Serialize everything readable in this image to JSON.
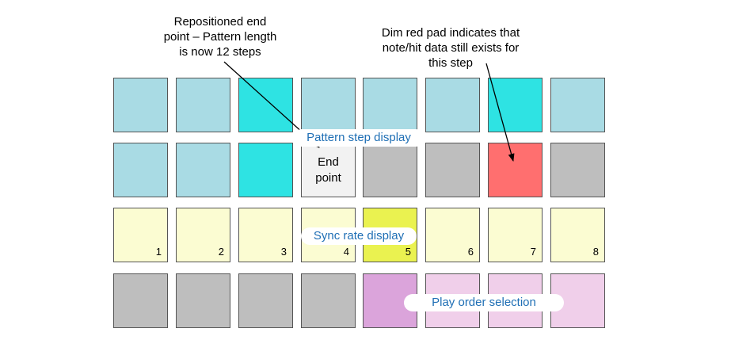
{
  "annotations": {
    "end_point_note": "Repositioned end\npoint – Pattern length\nis now 12 steps",
    "dim_pad_note": "Dim red pad indicates that\nnote/hit data still exists for\nthis step"
  },
  "labels": {
    "pattern_step_display": "Pattern step display",
    "sync_rate_display": "Sync rate display",
    "play_order_selection": "Play order selection"
  },
  "colors": {
    "step_light_cyan": "#a9dbe4",
    "step_bright_cyan": "#2ee3e3",
    "step_end_point": "#f2f2f2",
    "step_inactive_grey": "#bebebe",
    "step_dim_red": "#ff6f6f",
    "sync_light_yellow": "#fbfcd2",
    "sync_selected_yellow": "#eaf250",
    "order_grey": "#bebebe",
    "order_selected_purple": "#dba4db",
    "order_light_pink": "#f0cfea",
    "label_blue": "#1f6fb5"
  },
  "rows": {
    "pattern_row_1": [
      {
        "color": "#a9dbe4"
      },
      {
        "color": "#a9dbe4"
      },
      {
        "color": "#2ee3e3"
      },
      {
        "color": "#a9dbe4"
      },
      {
        "color": "#a9dbe4"
      },
      {
        "color": "#a9dbe4"
      },
      {
        "color": "#2ee3e3"
      },
      {
        "color": "#a9dbe4"
      }
    ],
    "pattern_row_2": [
      {
        "color": "#a9dbe4"
      },
      {
        "color": "#a9dbe4"
      },
      {
        "color": "#2ee3e3"
      },
      {
        "color": "#f2f2f2",
        "text": "End\npoint"
      },
      {
        "color": "#bebebe"
      },
      {
        "color": "#bebebe"
      },
      {
        "color": "#ff6f6f"
      },
      {
        "color": "#bebebe"
      }
    ],
    "sync_rate_row": [
      {
        "color": "#fbfcd2",
        "number": "1"
      },
      {
        "color": "#fbfcd2",
        "number": "2"
      },
      {
        "color": "#fbfcd2",
        "number": "3"
      },
      {
        "color": "#fbfcd2",
        "number": "4"
      },
      {
        "color": "#eaf250",
        "number": "5"
      },
      {
        "color": "#fbfcd2",
        "number": "6"
      },
      {
        "color": "#fbfcd2",
        "number": "7"
      },
      {
        "color": "#fbfcd2",
        "number": "8"
      }
    ],
    "play_order_row": [
      {
        "color": "#bebebe"
      },
      {
        "color": "#bebebe"
      },
      {
        "color": "#bebebe"
      },
      {
        "color": "#bebebe"
      },
      {
        "color": "#dba4db"
      },
      {
        "color": "#f0cfea"
      },
      {
        "color": "#f0cfea"
      },
      {
        "color": "#f0cfea"
      }
    ]
  }
}
